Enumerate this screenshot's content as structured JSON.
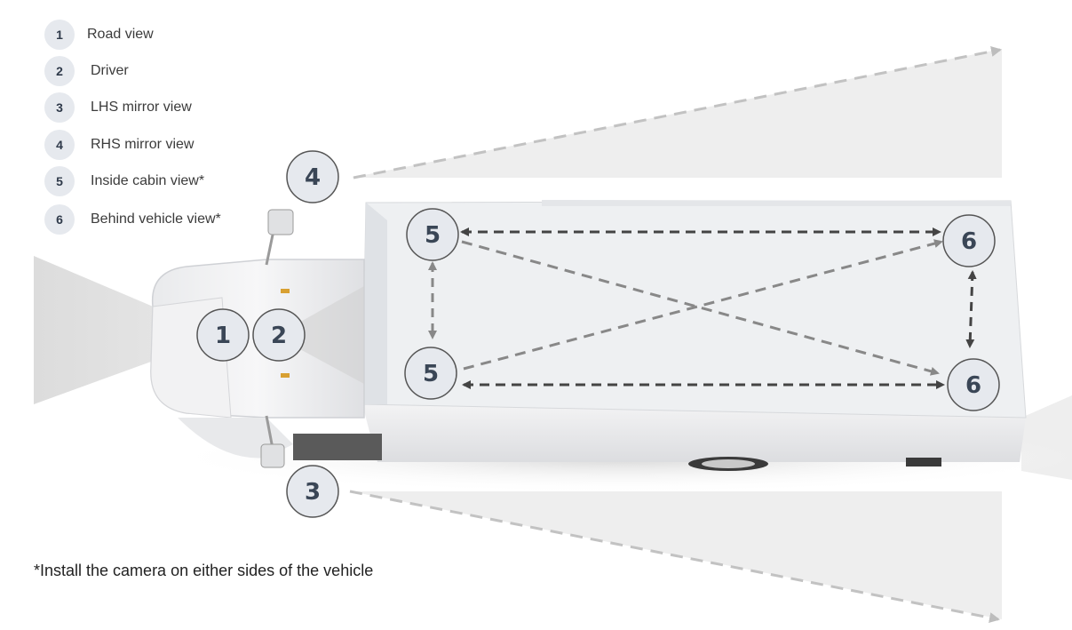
{
  "legend": [
    {
      "number": "1",
      "label": "Road view"
    },
    {
      "number": "2",
      "label": "Driver"
    },
    {
      "number": "3",
      "label": "LHS mirror view"
    },
    {
      "number": "4",
      "label": "RHS mirror view"
    },
    {
      "number": "5",
      "label": "Inside cabin view*"
    },
    {
      "number": "6",
      "label": "Behind vehicle view*"
    }
  ],
  "badges": {
    "road": "1",
    "driver": "2",
    "lhs": "3",
    "rhs": "4",
    "cabin_top": "5",
    "cabin_bottom": "5",
    "behind_top": "6",
    "behind_bottom": "6"
  },
  "footnote": "*Install the camera on either sides of the vehicle",
  "colors": {
    "badge_fill": "#e6e9ee",
    "badge_stroke": "#555555",
    "badge_text": "#3a4656",
    "arrow_dark": "#444444",
    "arrow_grey": "#888888",
    "cone_fill": "#ececec"
  }
}
